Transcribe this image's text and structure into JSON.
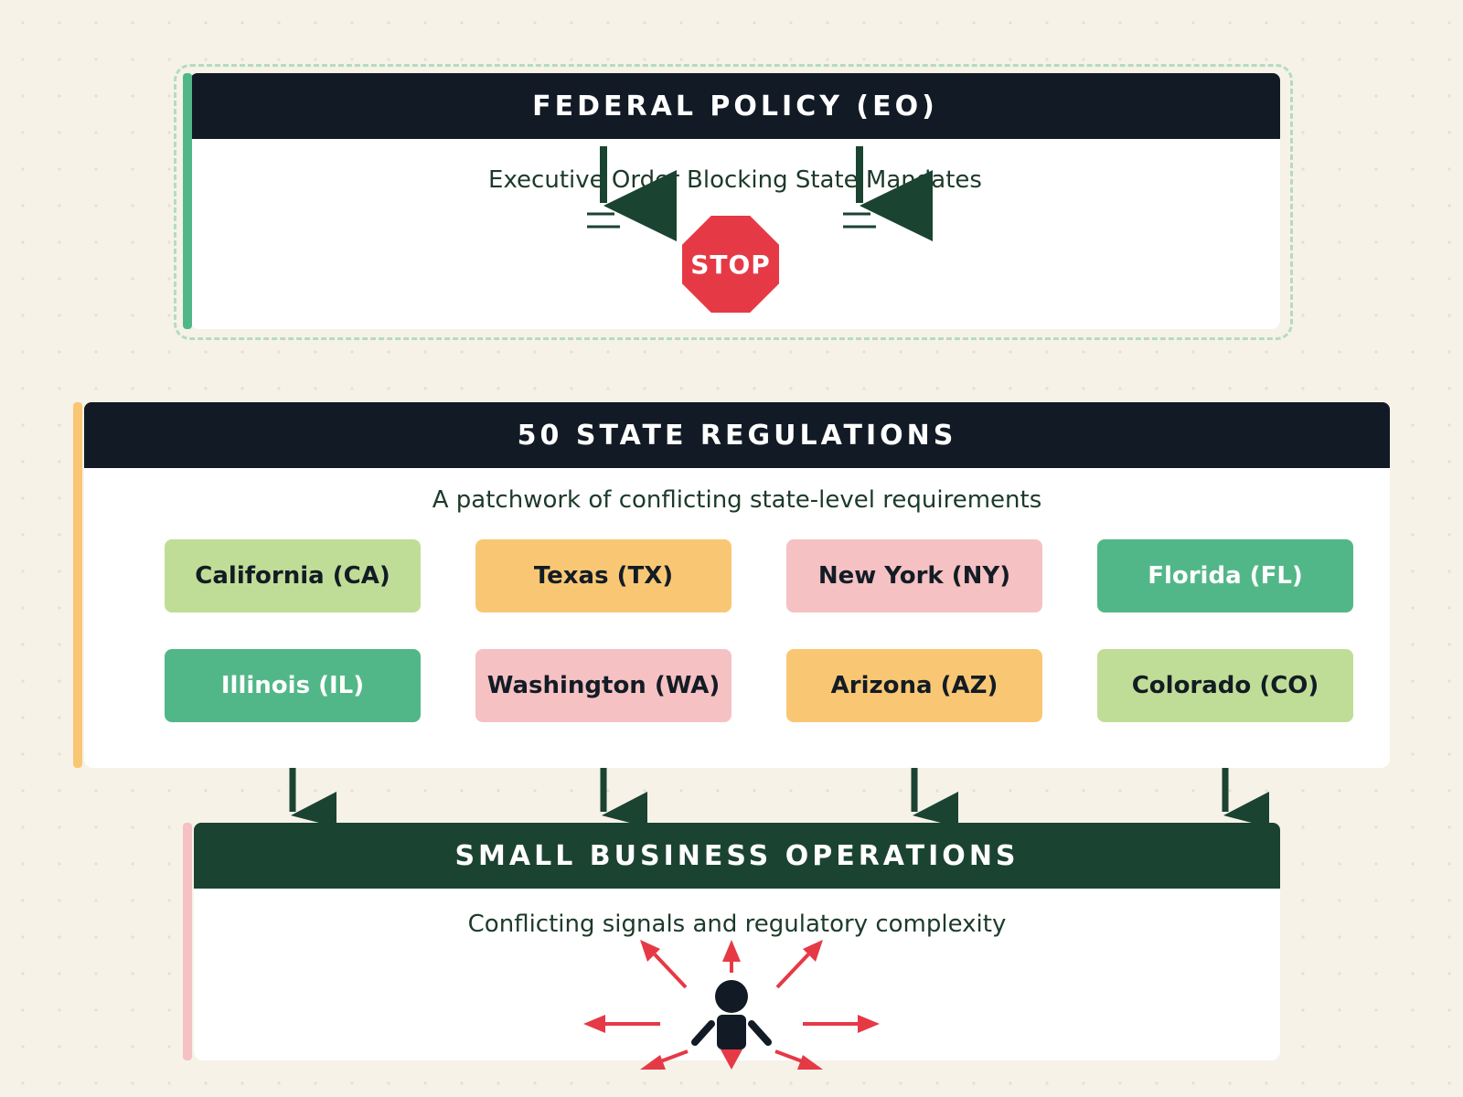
{
  "federal": {
    "title": "FEDERAL POLICY (EO)",
    "subtitle": "Executive Order Blocking State Mandates",
    "stop_label": "STOP"
  },
  "state": {
    "title": "50 STATE REGULATIONS",
    "subtitle": "A patchwork of conflicting state-level requirements",
    "states": [
      {
        "label": "California (CA)"
      },
      {
        "label": "Texas (TX)"
      },
      {
        "label": "New York (NY)"
      },
      {
        "label": "Florida (FL)"
      },
      {
        "label": "Illinois (IL)"
      },
      {
        "label": "Washington (WA)"
      },
      {
        "label": "Arizona (AZ)"
      },
      {
        "label": "Colorado (CO)"
      }
    ]
  },
  "business": {
    "title": "SMALL BUSINESS OPERATIONS",
    "subtitle": "Conflicting signals and regulatory complexity"
  },
  "colors": {
    "dark_navy": "#121b25",
    "dark_green": "#1b4332",
    "green": "#52b788",
    "light_green": "#c0dd97",
    "orange": "#f9c774",
    "pink": "#f5c1c3",
    "red": "#e63946",
    "background": "#f6f2e8"
  }
}
